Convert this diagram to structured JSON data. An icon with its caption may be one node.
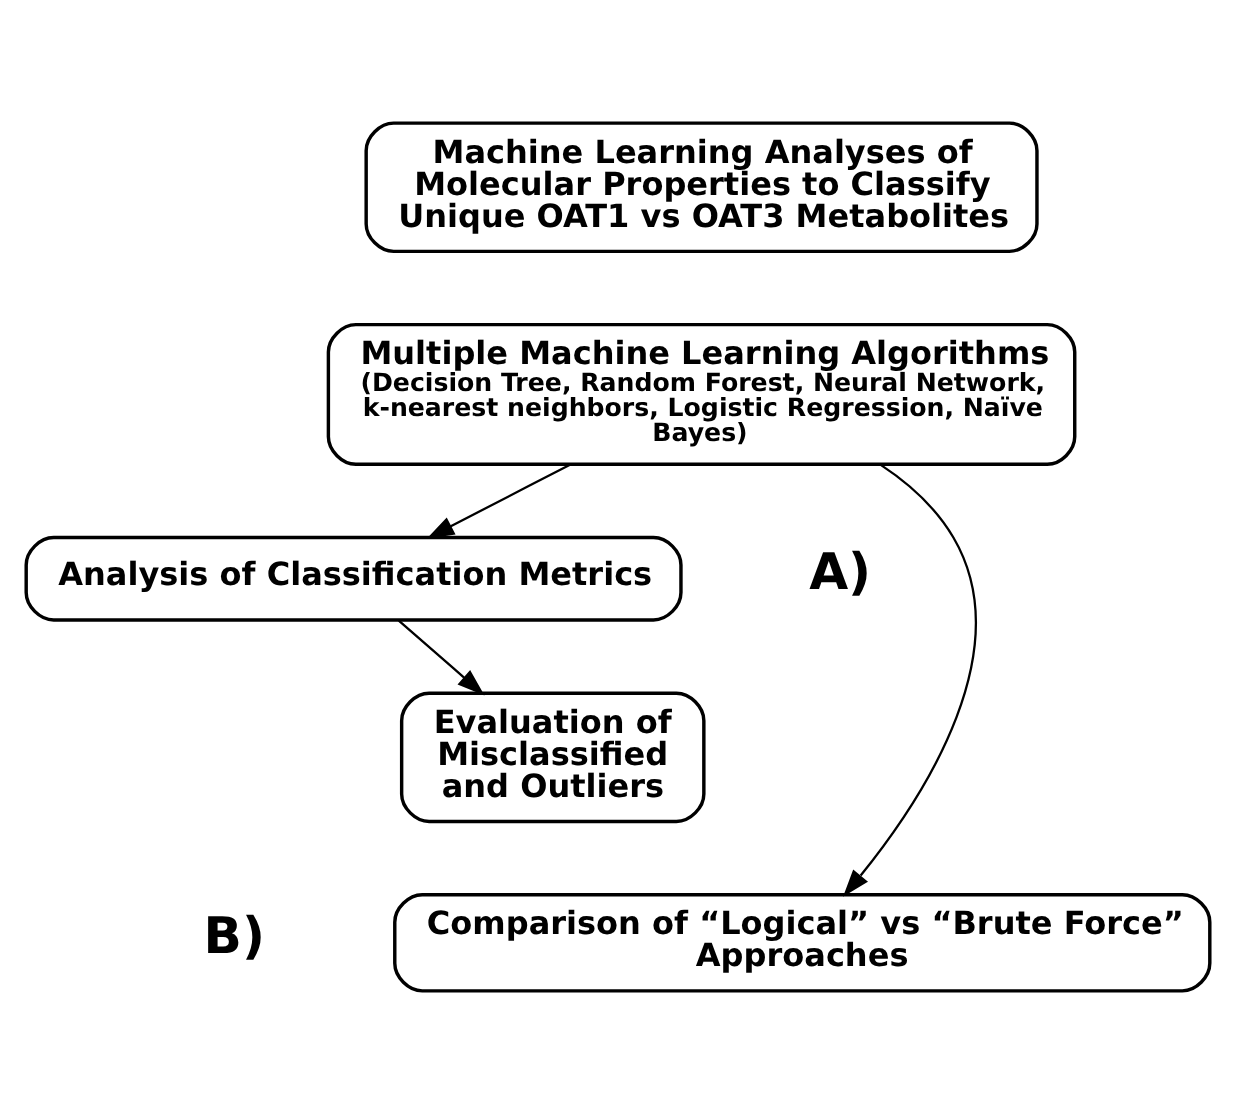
{
  "diagram": {
    "nodes": [
      {
        "text": [
          "Machine Learning Analyses of Molecular Properties to Classify Unique OAT1 vs OAT3 Metabolites"
        ]
      },
      {
        "text": [
          "Multiple Machine Learning Algorithms",
          "(Decision Tree, Random Forest, Neural Network, k-nearest neighbors, Logistic Regression, Naïve Bayes)"
        ]
      },
      {
        "text": [
          "Analysis of Classification Metrics"
        ]
      },
      {
        "text": [
          "Evaluation of Misclassified and Outliers"
        ]
      },
      {
        "text": [
          "Comparison of “Logical” vs “Brute Force” Approaches"
        ]
      }
    ],
    "edges": [
      {
        "from": 1,
        "to": 2,
        "arrow": "to"
      },
      {
        "from": 2,
        "to": 3,
        "arrow": "to"
      },
      {
        "from": 1,
        "to": 4,
        "arrow": "to"
      }
    ],
    "labels": [
      "A)",
      "B)"
    ]
  }
}
